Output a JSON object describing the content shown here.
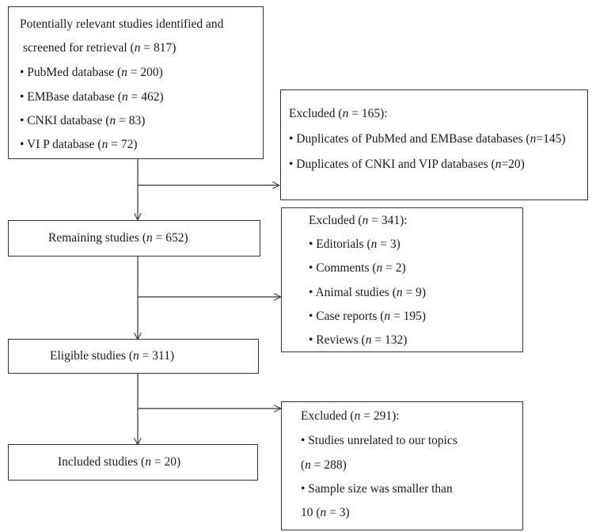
{
  "identified": {
    "lines": [
      "Potentially relevant studies identified and",
      "screened for retrieval (n = 817)",
      "• PubMed database (n = 200)",
      "• EMBase database (n = 462)",
      "• CNKI database (n = 83)",
      "• VI P database (n = 72)"
    ]
  },
  "excluded1": {
    "lines": [
      "Excluded (n = 165):",
      "• Duplicates of PubMed and EMBase databases (n=145)",
      "• Duplicates of CNKI and VIP databases (n=20)"
    ]
  },
  "remaining": {
    "label": "Remaining studies (n = 652)"
  },
  "excluded2": {
    "lines": [
      "Excluded (n = 341):",
      "• Editorials (n = 3)",
      "• Comments (n = 2)",
      "• Animal studies (n = 9)",
      "• Case reports (n = 195)",
      "• Reviews (n = 132)"
    ]
  },
  "eligible": {
    "label": "Eligible studies (n = 311)"
  },
  "excluded3": {
    "lines": [
      "Excluded (n = 291):",
      "• Studies unrelated to our topics",
      "(n = 288)",
      "• Sample size was smaller than",
      "10 (n = 3)"
    ]
  },
  "included": {
    "label": "Included studies (n = 20)"
  }
}
